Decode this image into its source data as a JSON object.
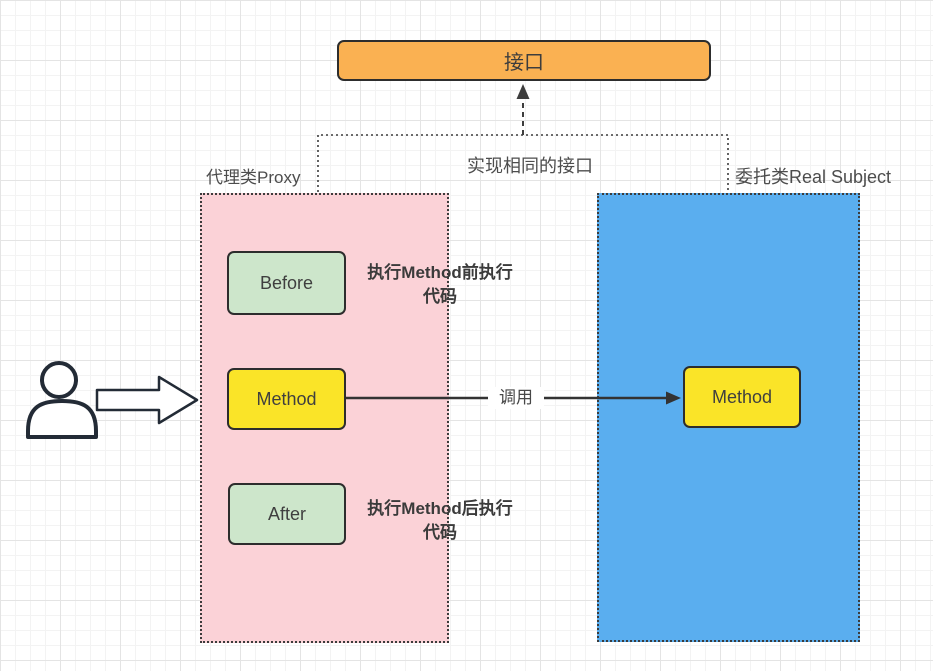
{
  "colors": {
    "interface_fill": "#fab152",
    "proxy_container_fill": "#fbd2d7",
    "real_container_fill": "#5aaeef",
    "before_after_fill": "#cde6cb",
    "method_fill": "#fae428",
    "shape_stroke": "#2d2d2d",
    "connector_stroke": "#3d3d3d",
    "person_stroke": "#232b36",
    "text_dark": "#3f3f3f",
    "grid_minor": "#f3f3f3",
    "grid_major": "#e4e4e4"
  },
  "icons": {
    "client": "person-outline-icon",
    "client_request": "block-arrow-right-icon"
  },
  "diagram": {
    "interface": {
      "label": "接口"
    },
    "implements_note": "实现相同的接口",
    "call_label": "调用",
    "proxy": {
      "title": "代理类Proxy",
      "before": "Before",
      "method": "Method",
      "after": "After",
      "before_note": {
        "line1": "执行Method前执行",
        "line2": "代码"
      },
      "after_note": {
        "line1": "执行Method后执行",
        "line2": "代码"
      }
    },
    "real_subject": {
      "title": "委托类Real Subject",
      "method": "Method"
    }
  }
}
